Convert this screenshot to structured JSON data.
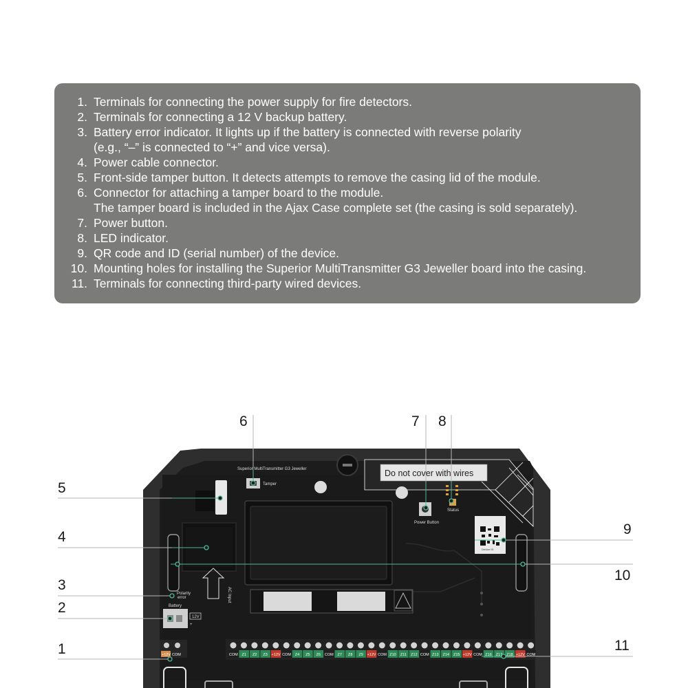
{
  "legend": {
    "items": [
      {
        "num": "1.",
        "lines": [
          "Terminals for connecting the power supply for fire detectors."
        ]
      },
      {
        "num": "2.",
        "lines": [
          "Terminals for connecting a 12 V backup battery."
        ]
      },
      {
        "num": "3.",
        "lines": [
          "Battery error indicator. It lights up if the battery is connected with reverse polarity",
          "(e.g., “–” is connected to “+” and vice versa)."
        ]
      },
      {
        "num": "4.",
        "lines": [
          "Power cable connector."
        ]
      },
      {
        "num": "5.",
        "lines": [
          "Front-side tamper button. It detects attempts to remove the casing lid of the module."
        ]
      },
      {
        "num": "6.",
        "lines": [
          "Connector for attaching a tamper board to the module.",
          "The tamper board is included in the Ajax Case complete set (the casing is sold separately)."
        ]
      },
      {
        "num": "7.",
        "lines": [
          "Power button."
        ]
      },
      {
        "num": "8.",
        "lines": [
          "LED indicator."
        ]
      },
      {
        "num": "9.",
        "lines": [
          "QR code and ID (serial number) of the device."
        ]
      },
      {
        "num": "10.",
        "lines": [
          "Mounting holes for installing the Superior MultiTransmitter G3 Jeweller board into the casing."
        ]
      },
      {
        "num": "11.",
        "lines": [
          "Terminals for connecting third-party wired devices."
        ]
      }
    ]
  },
  "callouts": {
    "c1": "1",
    "c2": "2",
    "c3": "3",
    "c4": "4",
    "c5": "5",
    "c6": "6",
    "c7": "7",
    "c8": "8",
    "c9": "9",
    "c10": "10",
    "c11": "11"
  },
  "board": {
    "title": "Superior MultiTransmitter G3 Jeweller",
    "tamper": "Tamper",
    "warning": "Do not cover with wires",
    "status": "Status",
    "power_button": "Power Button",
    "device_id": "Device ID",
    "polarity_line1": "Polarity",
    "polarity_line2": "error",
    "battery": "Battery",
    "volt": "12V",
    "plus": "+",
    "ac_input": "AC Input",
    "fire_terminals": [
      "+12V",
      "COM"
    ],
    "terminals": [
      "COM",
      "Z1",
      "Z2",
      "Z3",
      "+12V",
      "COM",
      "Z4",
      "Z5",
      "Z6",
      "COM",
      "Z7",
      "Z8",
      "Z9",
      "+12V",
      "COM",
      "Z10",
      "Z11",
      "Z12",
      "COM",
      "Z13",
      "Z14",
      "Z15",
      "+12V",
      "COM",
      "Z16",
      "Z17",
      "Z18",
      "+12V",
      "COM"
    ]
  },
  "colors": {
    "legend_bg": "#7b7b7a",
    "board_bg": "#1f1f1f",
    "case_bg": "#2e2e2e",
    "callout_line": "#4fb89a",
    "terminal_green": "#2e8b57",
    "terminal_red": "#c0392b"
  }
}
